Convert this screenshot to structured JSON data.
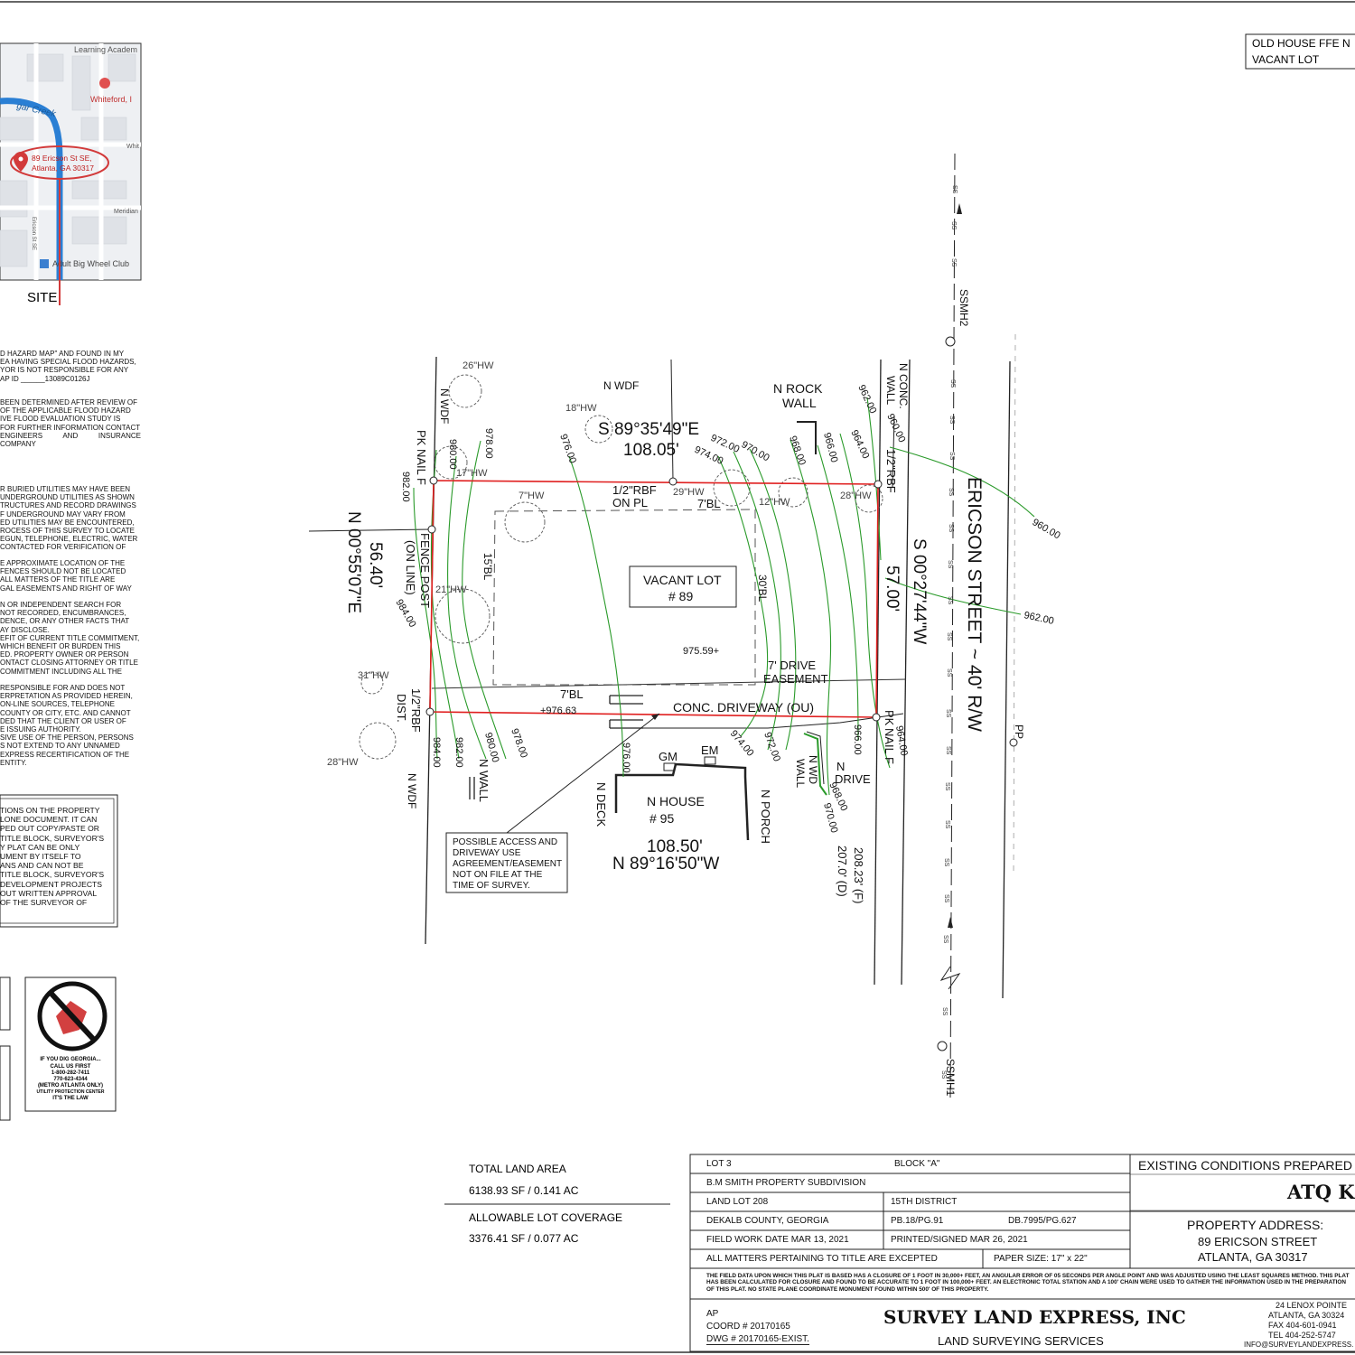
{
  "legend_box": {
    "line1": "OLD HOUSE FFE N",
    "line2": "VACANT LOT"
  },
  "vicinity_map": {
    "labels": [
      "Learning Academ",
      "Whiteford, I",
      "gar Creek",
      "Whit",
      "Meridian",
      "Adult Big Wheel Club",
      "Ericson St SE"
    ],
    "pin_line1": "89 Ericson St SE,",
    "pin_line2": "Atlanta, GA 30317",
    "site_label": "SITE"
  },
  "notes": {
    "flood": [
      "D HAZARD MAP\" AND FOUND IN MY",
      "EA HAVING SPECIAL FLOOD HAZARDS,",
      "YOR IS NOT RESPONSIBLE FOR ANY",
      "AP ID ______13089C0126J"
    ],
    "flood2": [
      "BEEN DETERMINED AFTER REVIEW OF",
      "OF THE APPLICABLE FLOOD HAZARD",
      "IVE FLOOD EVALUATION STUDY IS",
      "FOR FURTHER INFORMATION CONTACT",
      "ENGINEERS AND INSURANCE COMPANY"
    ],
    "utilities": [
      "R BURIED UTILITIES MAY HAVE BEEN",
      "UNDERGROUND UTILITIES AS SHOWN",
      "TRUCTURES AND RECORD DRAWINGS",
      "F UNDERGROUND MAY VARY FROM",
      "ED UTILITIES MAY BE ENCOUNTERED,",
      "ROCESS OF THIS SURVEY TO LOCATE",
      "EGUN, TELEPHONE, ELECTRIC, WATER",
      "CONTACTED FOR VERIFICATION OF"
    ],
    "fences": [
      "E APPROXIMATE LOCATION OF THE",
      "FENCES SHOULD NOT BE LOCATED",
      "ALL MATTERS OF THE TITLE ARE",
      "GAL EASEMENTS AND RIGHT OF WAY"
    ],
    "title": [
      "N OR INDEPENDENT SEARCH FOR",
      "NOT RECORDED, ENCUMBRANCES,",
      "DENCE, OR ANY OTHER FACTS THAT",
      "AY DISCLOSE.",
      "EFIT OF CURRENT TITLE COMMITMENT,",
      "WHICH BENEFIT OR BURDEN THIS",
      "ED. PROPERTY OWNER OR PERSON",
      "ONTACT CLOSING ATTORNEY OR TITLE",
      "COMMITMENT INCLUDING ALL THE"
    ],
    "responsibility": [
      "RESPONSIBLE FOR AND DOES NOT",
      "ERPRETATION AS PROVIDED HEREIN,",
      "ON-LINE SOURCES, TELEPHONE",
      "COUNTY OR CITY, ETC. AND CANNOT",
      "DED THAT THE CLIENT OR USER OF",
      "E ISSUING AUTHORITY.",
      "SIVE USE OF THE PERSON, PERSONS",
      "S NOT EXTEND TO ANY UNNAMED",
      "EXPRESS RECERTIFICATION OF THE",
      "ENTITY."
    ],
    "copyright": [
      "TIONS ON THE PROPERTY",
      "LONE DOCUMENT. IT CAN",
      "PED OUT COPY/PASTE OR",
      "TITLE BLOCK, SURVEYOR'S",
      "Y PLAT CAN BE ONLY",
      "UMENT BY ITSELF TO",
      "ANS AND CAN NOT BE",
      "TITLE BLOCK, SURVEYOR'S",
      "DEVELOPMENT PROJECTS",
      "OUT WRITTEN APPROVAL",
      "OF THE SURVEYOR OF"
    ]
  },
  "dig_notice": {
    "line1": "IF YOU DIG GEORGIA...",
    "line2": "CALL US FIRST",
    "line3": "1-800-282-7411",
    "line4": "770-623-4344",
    "line5": "(METRO ATLANTA ONLY)",
    "line6": "UTILITY PROTECTION CENTER",
    "line7": "IT'S THE LAW"
  },
  "plat": {
    "bearing_north": "S 89°35'49\"E",
    "dist_north": "108.05'",
    "bearing_south_dist": "108.50'",
    "bearing_south": "N 89°16'50\"W",
    "bearing_west": "N 00°55'07\"E",
    "dist_west": "56.40'",
    "bearing_east": "S 00°27'44\"W",
    "dist_east": "57.00'",
    "lot_label1": "VACANT LOT",
    "lot_label2": "# 89",
    "spot_elev_center": "975.59+",
    "spot_elev_drive": "+976.63",
    "drive_easement1": "7' DRIVE",
    "drive_easement2": "EASEMENT",
    "driveway": "CONC. DRIVEWAY (OU)",
    "bl_north": "7'BL",
    "bl_west": "15'BL",
    "bl_east": "30'BL",
    "bl_south": "7'BL",
    "rbf_on_pl1": "1/2\"RBF",
    "rbf_on_pl2": "ON PL",
    "rbf_ne": "1/2\"RBF",
    "rbf_sw1": "1/2\"RBF",
    "rbf_sw2": "DIST.",
    "pk_nail_nw": "PK NAIL F",
    "pk_nail_se1": "PK",
    "pk_nail_se2": "NAIL F",
    "fence_post1": "FENCE POST",
    "fence_post2": "(ON LINE)",
    "street1": "ERICSON STREET ~ 40' R/W",
    "frontage1": "208.23' (F)",
    "frontage2": "207.0' (D)",
    "n_wdf_nw": "N WDF",
    "n_wdf_n": "N WDF",
    "n_wdf_sw": "N WDF",
    "rock_wall1": "N ROCK",
    "rock_wall2": "WALL",
    "conc_wall1": "N CONC.",
    "conc_wall2": "WALL",
    "n_wall": "N WALL",
    "n_wd_wall1": "N WD",
    "n_wd_wall2": "WALL",
    "n_drive": "N DRIVE",
    "n_deck": "N DECK",
    "n_porch": "N PORCH",
    "house1": "N HOUSE",
    "house2": "# 95",
    "gm": "GM",
    "em": "EM",
    "pp": "PP",
    "ssmh2": "SSMH2",
    "ssmh1": "SSMH1",
    "ss": "SS",
    "trees": [
      "26\"HW",
      "18\"HW",
      "17\"HW",
      "7\"HW",
      "29\"HW",
      "12\"HW",
      "28\"HW",
      "21\"HW",
      "31\"HW",
      "28\"HW"
    ],
    "contours": [
      "976.00",
      "978.00",
      "980.00",
      "982.00",
      "984.00",
      "984.00",
      "982.00",
      "980.00",
      "978.00",
      "976.00",
      "974.00",
      "972.00",
      "970.00",
      "968.00",
      "966.00",
      "964.00",
      "962.00",
      "960.00",
      "960.00",
      "962.00",
      "974.00",
      "972.00",
      "970.00",
      "968.00",
      "966.00",
      "964.00"
    ],
    "agreement_note": [
      "POSSIBLE ACCESS AND",
      "DRIVEWAY USE",
      "AGREEMENT/EASEMENT",
      "NOT ON FILE AT THE",
      "TIME OF SURVEY."
    ]
  },
  "land_area": {
    "total_label": "TOTAL LAND AREA",
    "total_value": "6138.93 SF / 0.141 AC",
    "coverage_label": "ALLOWABLE LOT COVERAGE",
    "coverage_value": "3376.41 SF / 0.077 AC"
  },
  "title_block": {
    "lot": "LOT 3",
    "block": "BLOCK \"A\"",
    "subdivision": "B.M SMITH PROPERTY SUBDIVISION",
    "land_lot": "LAND LOT 208",
    "district": "15TH DISTRICT",
    "county": "DEKALB COUNTY, GEORGIA",
    "pb": "PB.18/PG.91",
    "db": "DB.7995/PG.627",
    "field_work": "FIELD WORK DATE MAR 13, 2021",
    "printed": "PRINTED/SIGNED MAR 26, 2021",
    "matters": "ALL MATTERS PERTAINING TO TITLE ARE EXCEPTED",
    "paper": "PAPER SIZE: 17\" x 22\"",
    "prepared_for": "EXISTING CONDITIONS PREPARED F",
    "client": "ATQ K",
    "address_label": "PROPERTY ADDRESS:",
    "address1": "89 ERICSON STREET",
    "address2": "ATLANTA, GA 30317",
    "closure_note": "THE FIELD DATA UPON WHICH THIS PLAT IS BASED HAS A CLOSURE OF 1 FOOT IN 30,000+ FEET, AN ANGULAR ERROR OF 05 SECONDS PER ANGLE POINT AND WAS ADJUSTED USING THE LEAST SQUARES METHOD. THIS PLAT HAS BEEN CALCULATED FOR CLOSURE AND FOUND TO BE ACCURATE TO 1 FOOT IN 100,000+ FEET. AN ELECTRONIC TOTAL STATION AND A 100' CHAIN WERE USED TO GATHER THE INFORMATION USED IN THE PREPARATION OF THIS PLAT. NO STATE PLANE COORDINATE MONUMENT FOUND WITHIN 500' OF THIS PROPERTY.",
    "ap": "AP",
    "coord": "COORD # 20170165",
    "dwg": "DWG # 20170165-EXIST.",
    "company": "SURVEY LAND EXPRESS, INC",
    "company_sub": "LAND SURVEYING SERVICES",
    "addr_line1": "24 LENOX POINTE",
    "addr_line2": "ATLANTA, GA 30324",
    "fax": "FAX 404-601-0941",
    "tel": "TEL 404-252-5747",
    "email": "INFO@SURVEYLANDEXPRESS."
  },
  "colors": {
    "boundary": "#e02020",
    "contour": "#2a9a2a",
    "map_water": "#2a7fd4",
    "pin": "#d23a3a"
  }
}
